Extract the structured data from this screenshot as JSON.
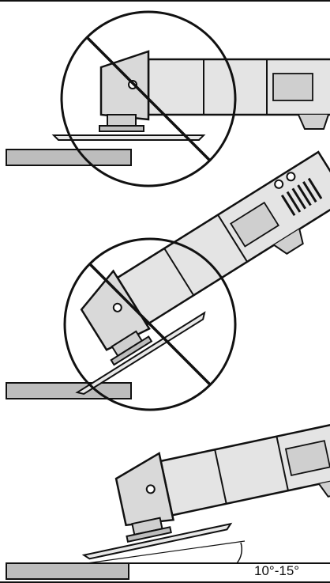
{
  "panels": [
    {
      "id": "wrong-flat",
      "status": "prohibited",
      "icon": "prohibition-icon"
    },
    {
      "id": "wrong-steep",
      "status": "prohibited",
      "icon": "prohibition-icon"
    },
    {
      "id": "correct-angle",
      "status": "correct",
      "angle_label": "10°-15°"
    }
  ],
  "colors": {
    "line": "#111111",
    "workpiece": "#bdbdbd",
    "tool_shade": "#d9d9d9",
    "background": "#ffffff"
  }
}
